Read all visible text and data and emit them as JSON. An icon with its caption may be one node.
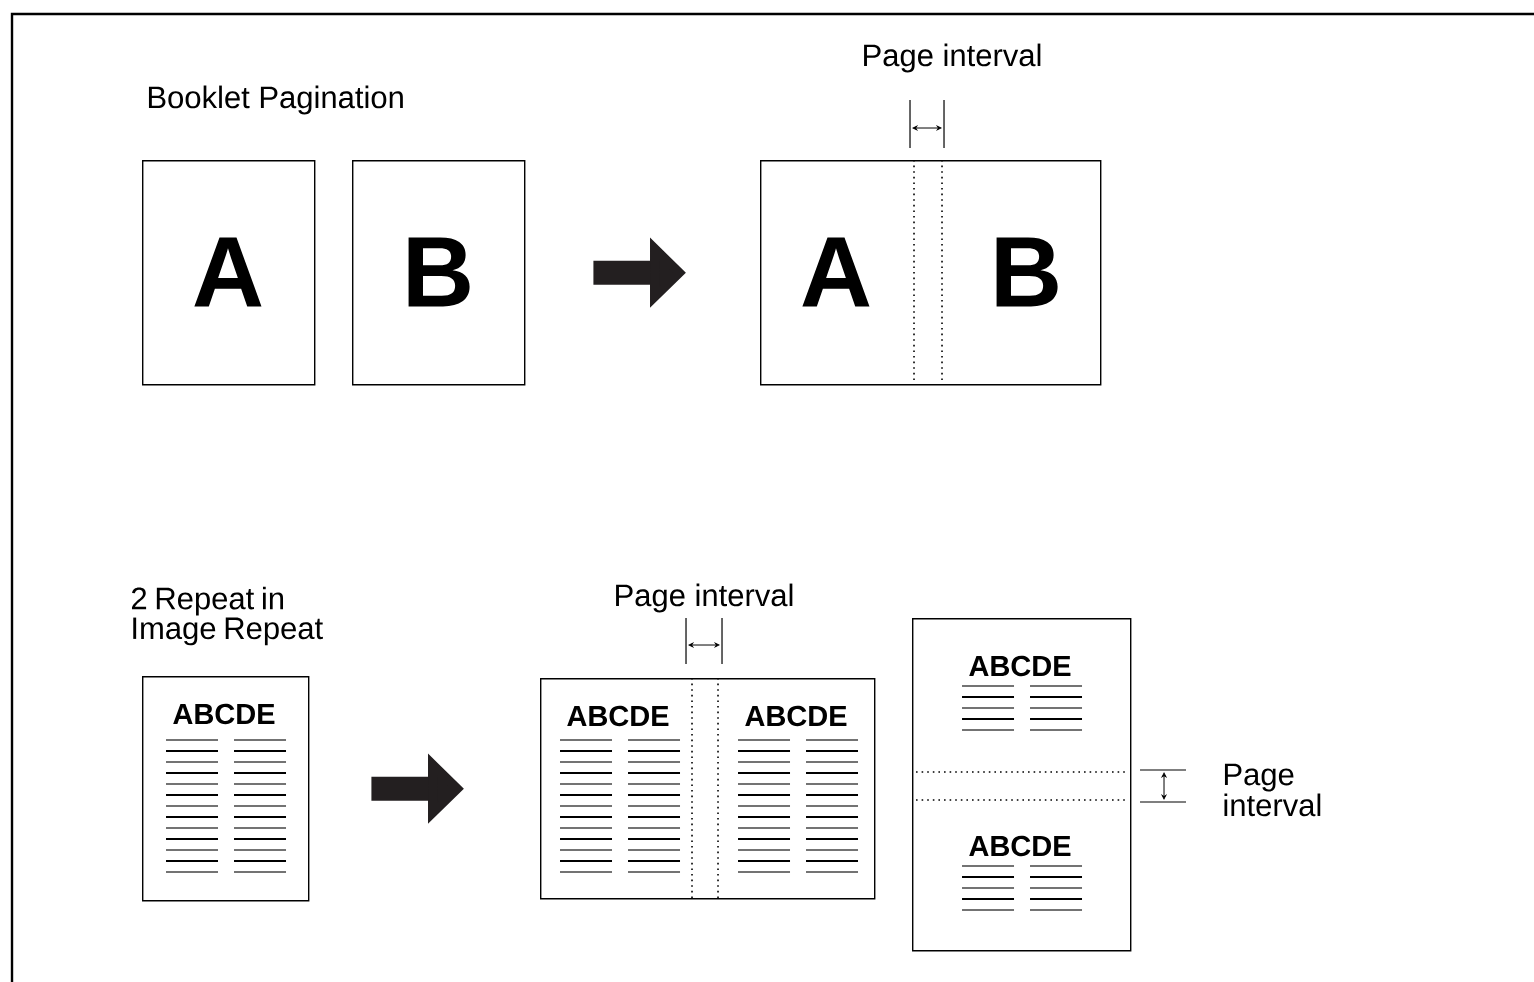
{
  "diagram": {
    "nodes": [
      {
        "text": [
          "A"
        ]
      },
      {
        "text": [
          "B"
        ]
      },
      {
        "text": [
          "A",
          "B"
        ]
      },
      {
        "text": [
          "ABCDE"
        ]
      },
      {
        "text": [
          "ABCDE",
          "ABCDE"
        ]
      },
      {
        "text": [
          "ABCDE",
          "ABCDE"
        ]
      }
    ],
    "edges": [
      {
        "from": 1,
        "to": 2,
        "arrow": "to"
      },
      {
        "from": 3,
        "to": 4,
        "arrow": "to"
      }
    ],
    "labels": [
      "Booklet Pagination",
      "Page interval",
      "2 Repeat in Image Repeat",
      "Page interval",
      "Page interval"
    ]
  }
}
